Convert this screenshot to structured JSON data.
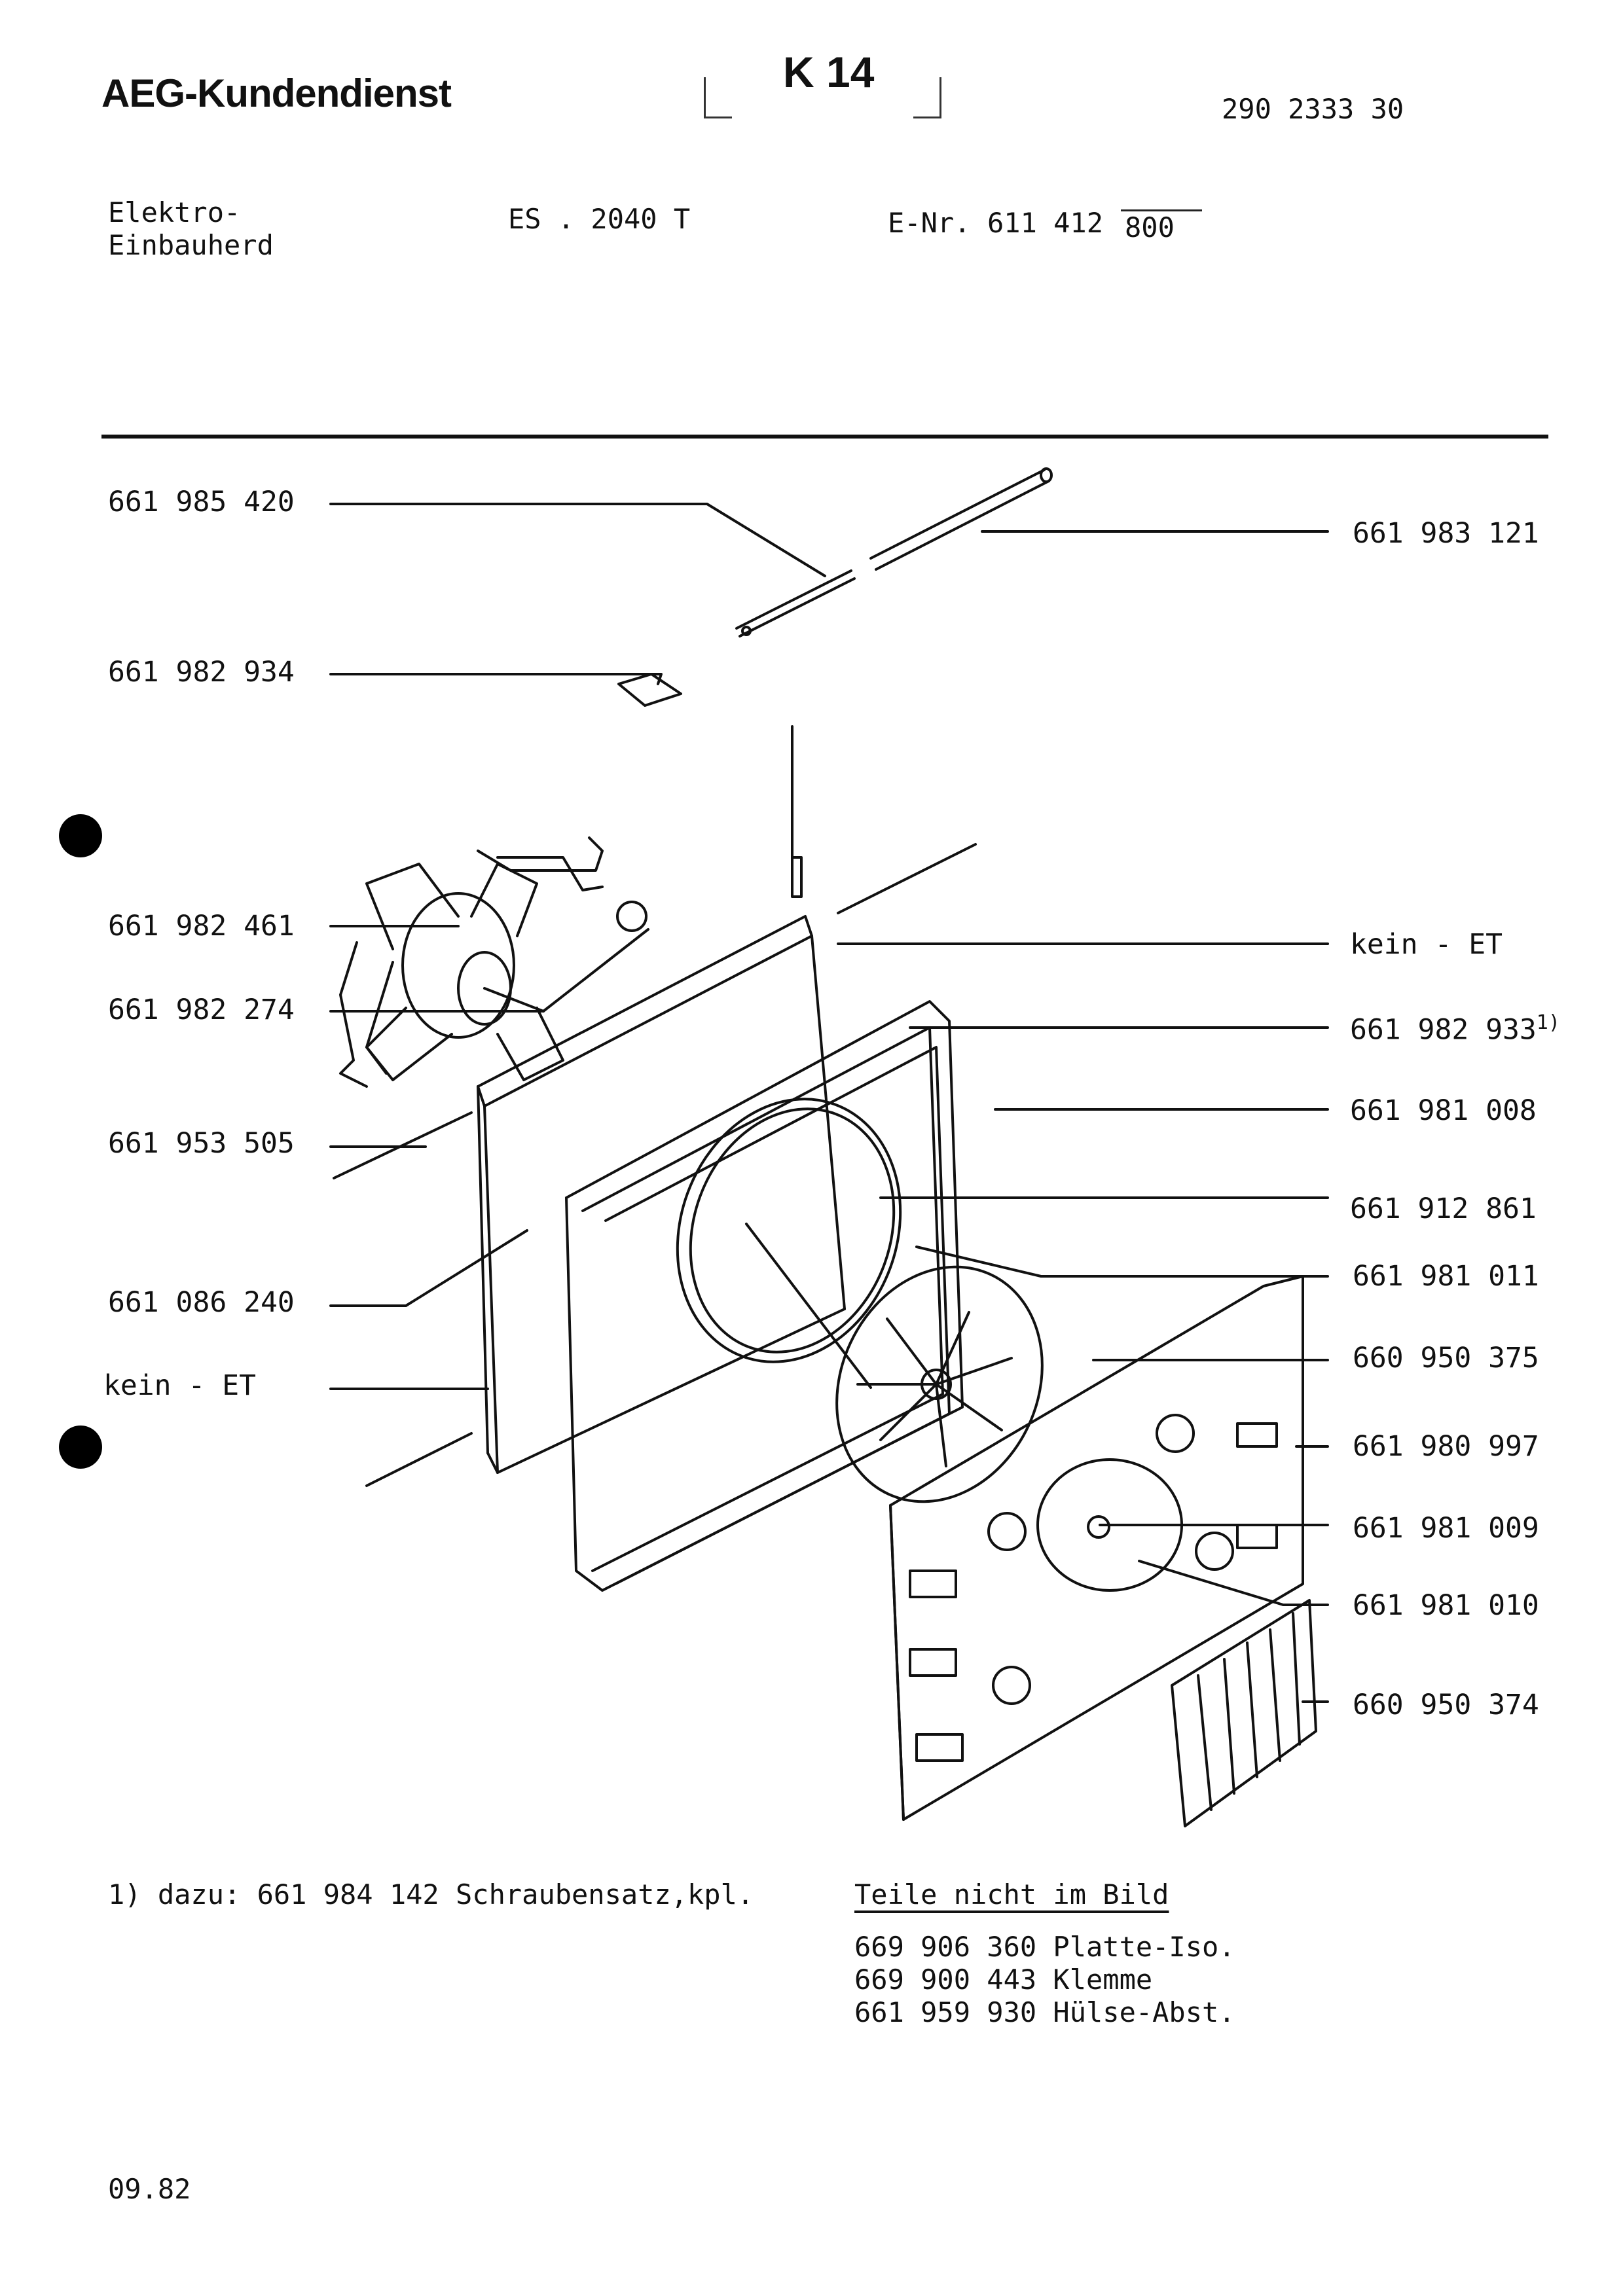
{
  "header": {
    "brand": "AEG-Kundendienst",
    "sheet": "K 14",
    "doc_number": "290 2333 30",
    "appliance_line1": "Elektro-",
    "appliance_line2": "Einbauherd",
    "model": "ES . 2040 T",
    "e_nr_label": "E-Nr.",
    "e_nr_value": "611 412",
    "e_nr_suffix": "800"
  },
  "parts_left": [
    "661 985 420",
    "661 982 934",
    "661 982 461",
    "661 982 274",
    "661 953 505",
    "661 086 240",
    "kein - ET"
  ],
  "parts_right": [
    "661 983 121",
    "kein - ET",
    "661 982 933",
    "661 981 008",
    "661 912 861",
    "661 981 011",
    "660 950 375",
    "661 980 997",
    "661 981 009",
    "661 981 010",
    "660 950 374"
  ],
  "footnote_marker": "1)",
  "footnote": "1) dazu: 661 984 142 Schraubensatz,kpl.",
  "not_shown": {
    "title": "Teile nicht im Bild",
    "items": [
      "669 906 360 Platte-Iso.",
      "669 900 443 Klemme",
      "661 959 930 Hülse-Abst."
    ]
  },
  "date": "09.82"
}
